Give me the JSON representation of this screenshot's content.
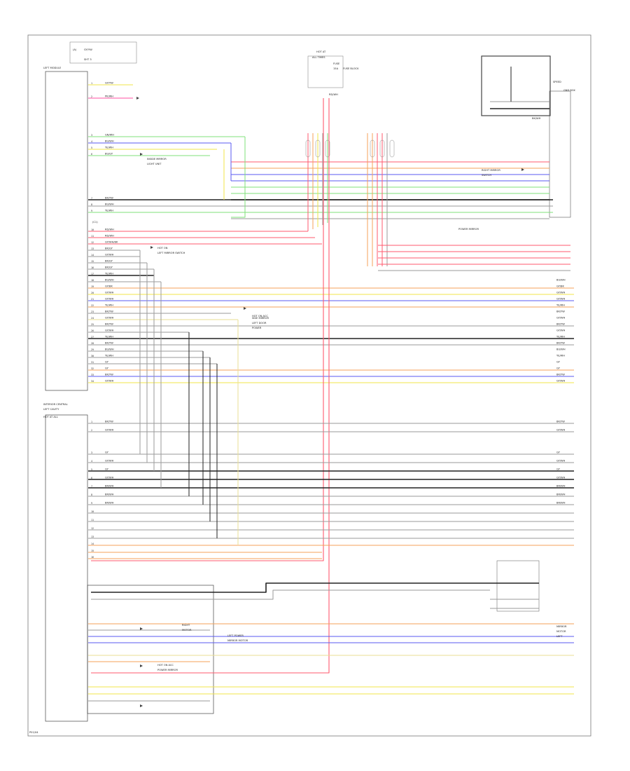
{
  "colors": {
    "red": "#ff5a6e",
    "pink": "#ff4fa0",
    "orange": "#f5a25a",
    "yellow": "#f2e44a",
    "lightyellow": "#e9df93",
    "green": "#7fe07a",
    "blue": "#5a5af0",
    "black": "#222222",
    "gray": "#9a9a9a",
    "frame": "#666666"
  },
  "icons": [
    "splice-arrow-icon"
  ],
  "labels": {
    "top_left_a": "(A)",
    "top_left_b": "GY/YW",
    "top_left_c": "SHT 3",
    "top_center_1": "HOT AT",
    "top_center_2": "ALL TIMES",
    "top_center_fuse_a": "FUSE",
    "top_center_fuse_b": "15A",
    "top_center_fuse_c": "FUSE BLOCK",
    "top_center_wire": "RD/WH",
    "top_right_1": "SPEED",
    "top_right_2": "GND BOX",
    "top_right_3": "BK/WH",
    "upper_mod": "LEFT MODULE",
    "upper_mod_sub": "(C1)",
    "lower_mod": "INTERIOR CENTRAL",
    "lower_mod_sub": "LEFT CAVITY",
    "connector_label": "HOT AT ALL",
    "mid_note_1": "INSIDE MIRROR",
    "mid_note_2": "LIGHT UNIT",
    "mid_note_3": "HOT ON",
    "mid_note_4": "LEFT MIRROR SWITCH",
    "mid_note_5": "HOT ON ACC",
    "rr_module_1": "RIGHT MIRROR",
    "rr_module_2": "SWITCH",
    "rr_module_3": "POWER MIRROR",
    "door_note_1": "SIDE MIRROR",
    "door_note_2": "LEFT DOOR",
    "door_note_3": "POWER",
    "bottom_note_1": "LEFT POWER",
    "bottom_note_2": "MIRROR MOTOR",
    "bottom_note_3": "HOT ON ACC",
    "bottom_note_4": "POWER MIRROR",
    "bottom_note_5": "RIGHT",
    "bottom_note_6": "MOTOR",
    "right_bottom_1": "MIRROR",
    "right_bottom_2": "MOTOR",
    "right_bottom_3": "LEFT",
    "footer": "P01/04"
  },
  "wire_labels": [
    "GY/YW",
    "PK/WH",
    "GN/WH",
    "BU/WH",
    "YE/WH",
    "BU/GY",
    "BK/YW",
    "BU/WH",
    "YE/WH",
    "RD/WH",
    "RD/WH",
    "GY/WH/BK",
    "BK/GY",
    "GY/WH",
    "BK/GY",
    "BK/GY",
    "YE/WH",
    "BU/WH",
    "GY/BK",
    "GY/WH",
    "GY/WH",
    "YE/WH",
    "BK/YW",
    "GY/WH",
    "BK/YW",
    "GY/WH",
    "YE/WH",
    "BK/YW",
    "BU/WH",
    "YE/WH",
    "GY",
    "GY",
    "BK/YW",
    "GY/WH",
    "BK/YW",
    "GY/WH",
    "GY",
    "GY/WH",
    "GY",
    "GY/WH",
    "BR/WH",
    "BR/WH",
    "BR/WH"
  ]
}
